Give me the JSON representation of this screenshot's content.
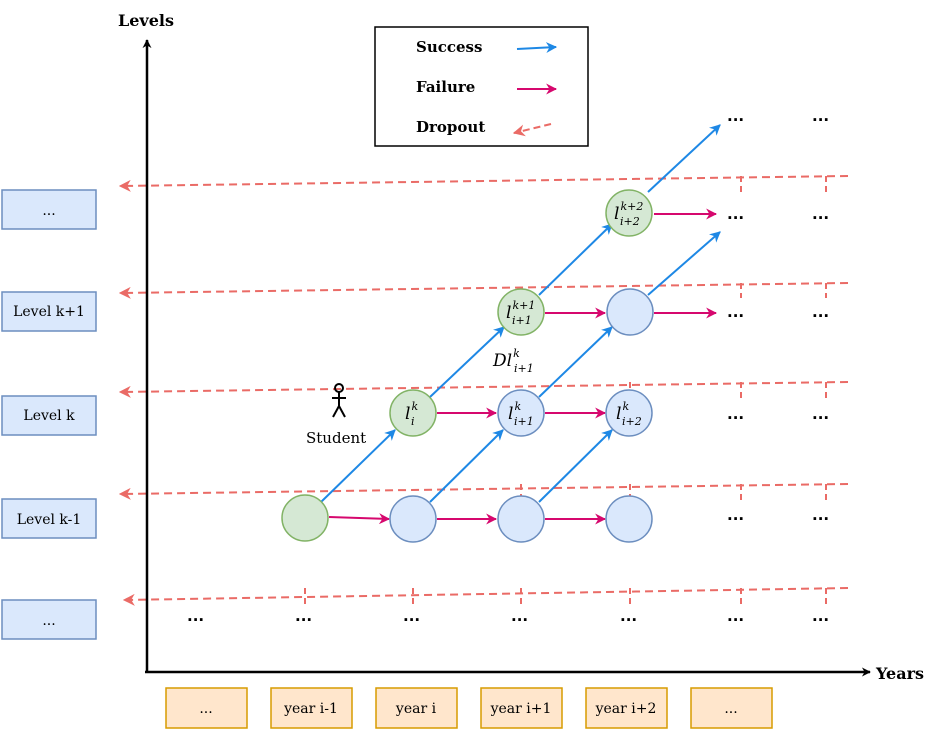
{
  "axes": {
    "y_label": "Levels",
    "x_label": "Years"
  },
  "legend": {
    "success": "Success",
    "failure": "Failure",
    "dropout": "Dropout"
  },
  "level_labels": [
    "...",
    "Level k+1",
    "Level k",
    "Level k-1",
    "..."
  ],
  "year_labels": [
    "...",
    "year i-1",
    "year i",
    "year i+1",
    "year i+2",
    "..."
  ],
  "ellipsis": "...",
  "student_label": "Student",
  "nodes": {
    "l_i_k": {
      "main": "l",
      "sup": "k",
      "sub": "i"
    },
    "l_i1_k": {
      "main": "l",
      "sup": "k",
      "sub": "i+1"
    },
    "l_i2_k": {
      "main": "l",
      "sup": "k",
      "sub": "i+2"
    },
    "l_i1_k1": {
      "main": "l",
      "sup": "k+1",
      "sub": "i+1"
    },
    "l_i2_k2": {
      "main": "l",
      "sup": "k+2",
      "sub": "i+2"
    }
  },
  "dl_label": {
    "main": "Dl",
    "sup": "k",
    "sub": "i+1"
  },
  "colors": {
    "success": "#1E88E5",
    "failure": "#D6086E",
    "dropout": "#EA6B66",
    "node_green_fill": "#D5E8D4",
    "node_green_stroke": "#82B366",
    "node_blue_fill": "#DAE8FC",
    "node_blue_stroke": "#6C8EBF",
    "level_box_fill": "#DAE8FC",
    "level_box_stroke": "#6C8EBF",
    "year_box_fill": "#FFE6CC",
    "year_box_stroke": "#D79B00"
  }
}
